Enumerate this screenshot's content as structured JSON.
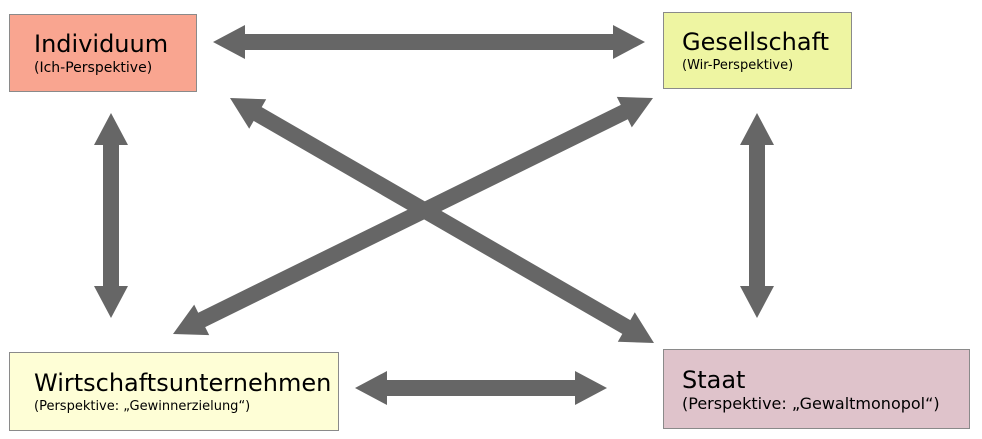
{
  "colors": {
    "individuum_fill": "#f9a590",
    "gesellschaft_fill": "#eef5a2",
    "wirtschaft_fill": "#fefed6",
    "staat_fill": "#dfc3cb",
    "arrow": "#666666",
    "border": "#8a8a8a"
  },
  "nodes": {
    "individuum": {
      "title": "Individuum",
      "subtitle": "(Ich-Perspektive)"
    },
    "gesellschaft": {
      "title": "Gesellschaft",
      "subtitle": "(Wir-Perspektive)"
    },
    "wirtschaft": {
      "title": "Wirtschaftsunternehmen",
      "subtitle": "(Perspektive: „Gewinnerzielung“)"
    },
    "staat": {
      "title": "Staat",
      "subtitle": "(Perspektive: „Gewaltmonopol“)"
    }
  },
  "arrows": [
    {
      "from": "individuum",
      "to": "gesellschaft",
      "style": "double-headed"
    },
    {
      "from": "individuum",
      "to": "wirtschaft",
      "style": "double-headed"
    },
    {
      "from": "individuum",
      "to": "staat",
      "style": "double-headed"
    },
    {
      "from": "gesellschaft",
      "to": "wirtschaft",
      "style": "double-headed"
    },
    {
      "from": "gesellschaft",
      "to": "staat",
      "style": "double-headed"
    },
    {
      "from": "wirtschaft",
      "to": "staat",
      "style": "double-headed"
    }
  ]
}
